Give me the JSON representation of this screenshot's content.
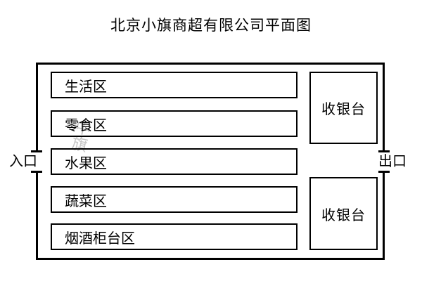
{
  "title": "北京小旗商超有限公司平面图",
  "floor_plan": {
    "entrance_label": "入口",
    "exit_label": "出口",
    "zones": [
      {
        "label": "生活区"
      },
      {
        "label": "零食区"
      },
      {
        "label": "水果区"
      },
      {
        "label": "蔬菜区"
      },
      {
        "label": "烟酒柜台区"
      }
    ],
    "checkouts": [
      {
        "label": "收银台"
      },
      {
        "label": "收银台"
      }
    ],
    "watermark": "中旗"
  },
  "colors": {
    "line": "#000000",
    "background": "#ffffff",
    "watermark": "#bfbfbf"
  }
}
